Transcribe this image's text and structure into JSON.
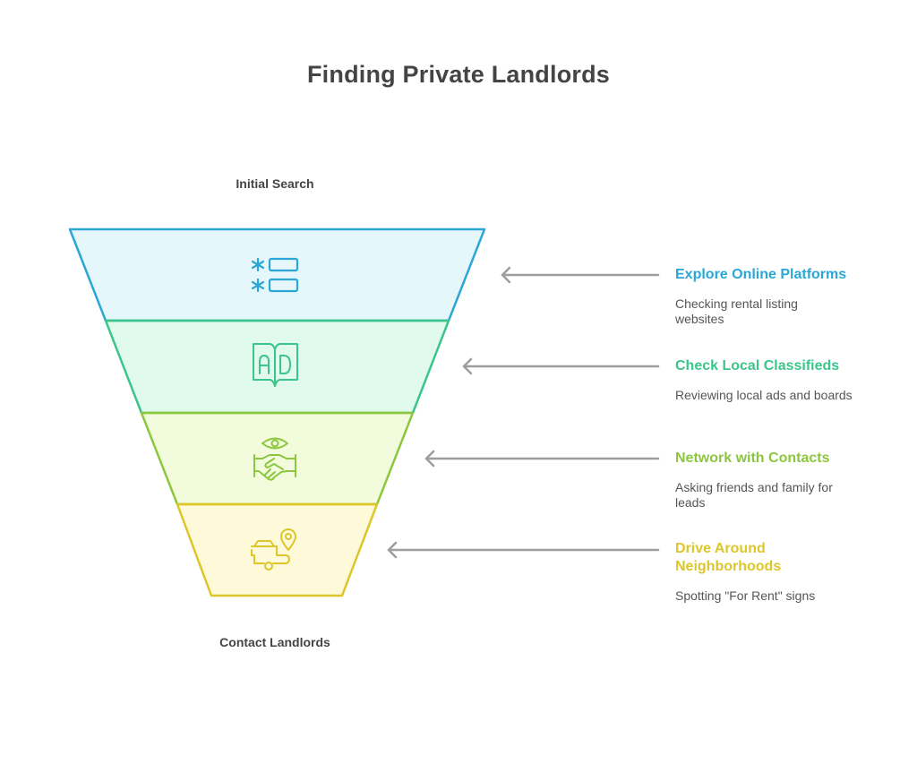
{
  "title": "Finding Private Landlords",
  "funnel": {
    "top_label": "Initial Search",
    "bottom_label": "Contact Landlords"
  },
  "stages": [
    {
      "title": "Explore Online Platforms",
      "description": "Checking rental listing websites",
      "color": "#2AA7D6",
      "fill": "#E6F7FB",
      "icon": "list-icon"
    },
    {
      "title": "Check Local Classifieds",
      "description": "Reviewing local ads and boards",
      "color": "#3CC58A",
      "fill": "#E0FAEE",
      "icon": "ad-book-icon"
    },
    {
      "title": "Network with Contacts",
      "description": "Asking friends and family for leads",
      "color": "#8DC63F",
      "fill": "#F2FCDD",
      "icon": "handshake-eye-icon"
    },
    {
      "title": "Drive Around Neighborhoods",
      "description": "Spotting \"For Rent\" signs",
      "color": "#DCC62A",
      "fill": "#FEF9D8",
      "icon": "car-location-icon"
    }
  ],
  "arrow_color": "#9E9E9E"
}
